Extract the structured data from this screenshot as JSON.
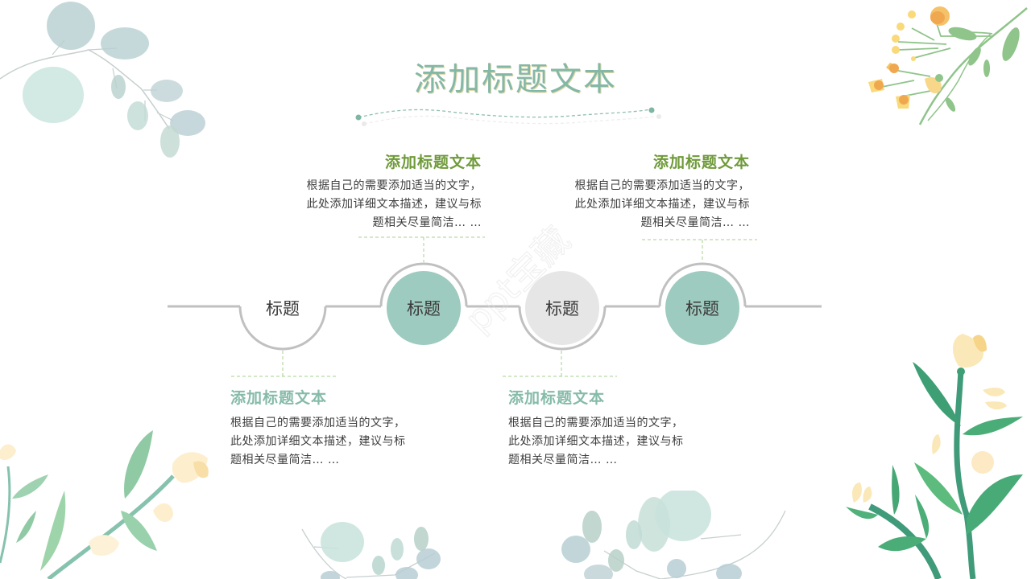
{
  "slide": {
    "title": "添加标题文本",
    "colors": {
      "title": "#84b8a6",
      "accent_teal": "#9ecbbf",
      "accent_gray": "#e6e6e6",
      "line_gray": "#c0c0c0",
      "dash_green": "#a6d08e",
      "item_title_green": "#6f9a3a",
      "item_title_teal": "#86bba9",
      "body_text": "#3e3e3e"
    },
    "watermark": "ppt宝藏"
  },
  "timeline": {
    "nodes": [
      {
        "label": "标题",
        "style": "hollow"
      },
      {
        "label": "标题",
        "style": "teal"
      },
      {
        "label": "标题",
        "style": "gray"
      },
      {
        "label": "标题",
        "style": "teal"
      }
    ]
  },
  "items": [
    {
      "title": "添加标题文本",
      "lines": [
        "根据自己的需要添加适当的文字，",
        "此处添加详细文本描述，建议与标",
        "题相关尽量简洁… …"
      ]
    },
    {
      "title": "添加标题文本",
      "lines": [
        "根据自己的需要添加适当的文字，",
        "此处添加详细文本描述，建议与标",
        "题相关尽量简洁… …"
      ]
    },
    {
      "title": "添加标题文本",
      "lines": [
        "根据自己的需要添加适当的文字，",
        "此处添加详细文本描述，建议与标",
        "题相关尽量简洁… …"
      ]
    },
    {
      "title": "添加标题文本",
      "lines": [
        "根据自己的需要添加适当的文字，",
        "此处添加详细文本描述，建议与标",
        "题相关尽量简洁… …"
      ]
    }
  ]
}
